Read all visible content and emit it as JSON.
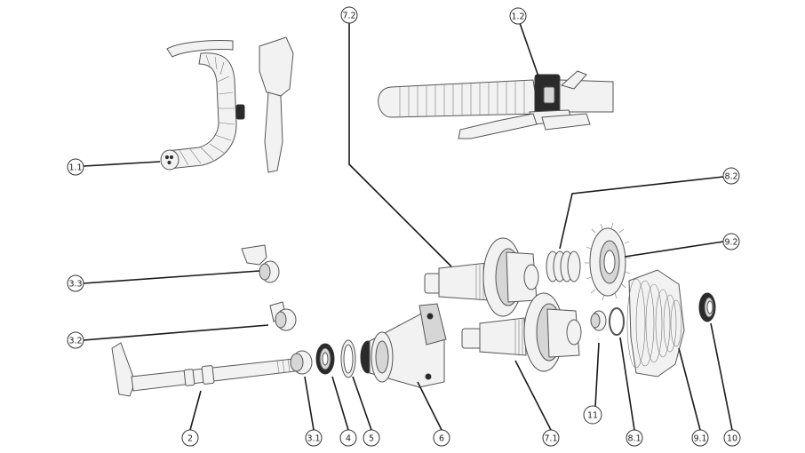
{
  "callouts": [
    {
      "id": "c-1-1",
      "label": "1.1"
    },
    {
      "id": "c-1-2",
      "label": "1.2"
    },
    {
      "id": "c-7-2",
      "label": "7.2"
    },
    {
      "id": "c-8-2",
      "label": "8.2"
    },
    {
      "id": "c-9-2",
      "label": "9.2"
    },
    {
      "id": "c-3-3",
      "label": "3.3"
    },
    {
      "id": "c-3-2",
      "label": "3.2"
    },
    {
      "id": "c-2",
      "label": "2"
    },
    {
      "id": "c-3-1",
      "label": "3.1"
    },
    {
      "id": "c-4",
      "label": "4"
    },
    {
      "id": "c-5",
      "label": "5"
    },
    {
      "id": "c-6",
      "label": "6"
    },
    {
      "id": "c-7-1",
      "label": "7.1"
    },
    {
      "id": "c-11",
      "label": "11"
    },
    {
      "id": "c-8-1",
      "label": "8.1"
    },
    {
      "id": "c-9-1",
      "label": "9.1"
    },
    {
      "id": "c-10",
      "label": "10"
    }
  ]
}
